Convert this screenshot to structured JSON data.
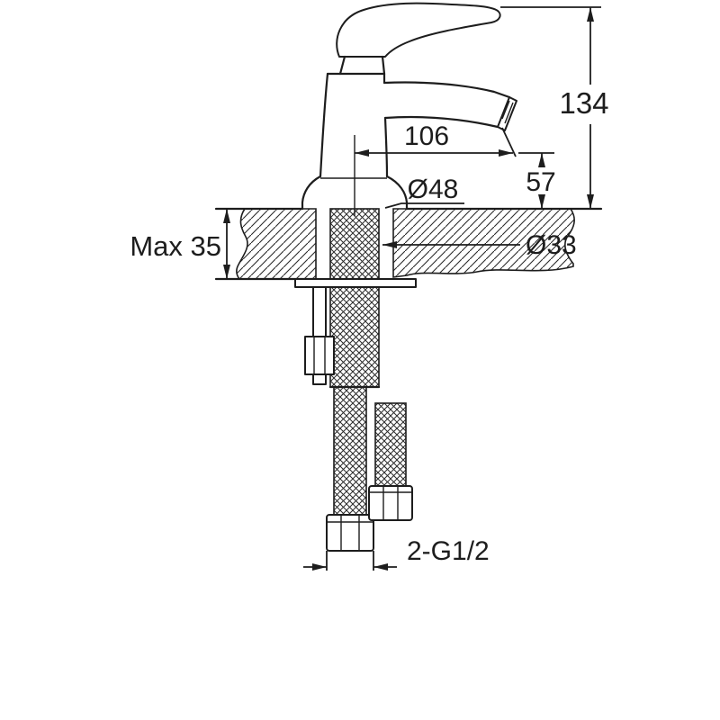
{
  "page": {
    "background": "#ffffff",
    "line_color": "#1d1d1d",
    "type": "technical dimension drawing of single-lever basin faucet"
  },
  "labels": {
    "height_total": "134",
    "spout_reach": "106",
    "spout_height": "57",
    "base_diameter": "Ø48",
    "hole_diameter": "Ø33",
    "max_deck_thickness": "Max 35",
    "connection_thread": "2-G1/2"
  }
}
